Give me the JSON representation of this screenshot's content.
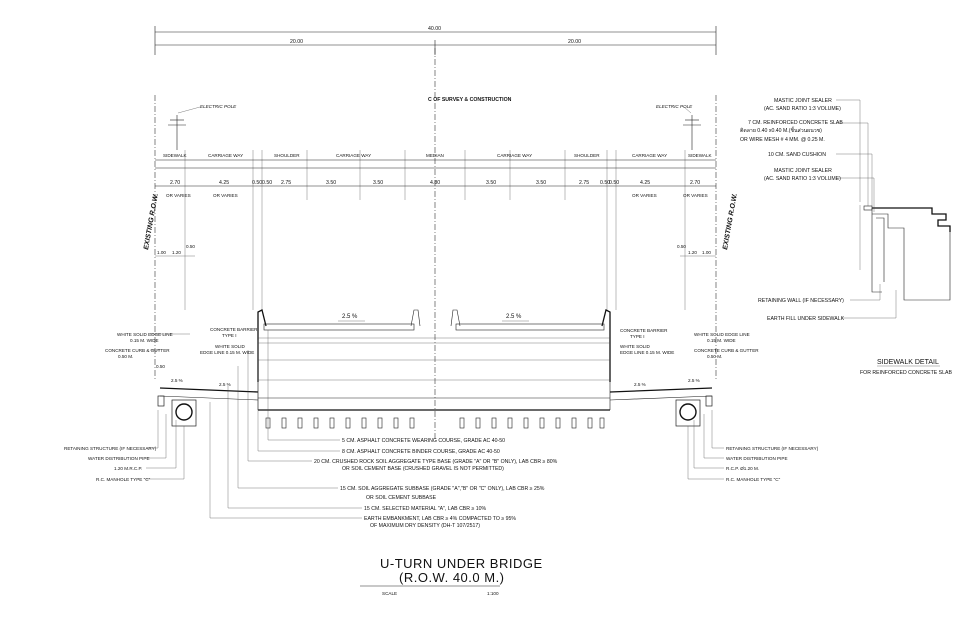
{
  "overall_width": "40.00",
  "half_left": "20.00",
  "half_right": "20.00",
  "centerline": "C OF SURVEY & CONSTRUCTION",
  "electric_pole": "ELECTRIC POLE",
  "existing_row": "EXISTING  R.O.W.",
  "lanes": [
    {
      "name": "SIDEWALK",
      "dim": "2.70"
    },
    {
      "name": "CARRIAGE WAY",
      "dim": "4.25"
    },
    {
      "name": "SHOULDER",
      "dim": "2.75"
    },
    {
      "name": "CARRIAGE WAY",
      "dim": "3.50"
    },
    {
      "name": "MEDIAN",
      "dim": "4.80"
    },
    {
      "name": "CARRIAGE WAY",
      "dim": "3.50"
    },
    {
      "name": "SHOULDER",
      "dim": "2.75"
    },
    {
      "name": "CARRIAGE WAY",
      "dim": "4.25"
    },
    {
      "name": "SIDEWALK",
      "dim": "2.70"
    }
  ],
  "lane_dim_extra": {
    "inner": "3.50",
    "gap": "0.50",
    "gap2": "0.50",
    "or_varies": "OR VARIES"
  },
  "small_dims": {
    "d1": "1.00",
    "d2": "1.20",
    "d3": "0.50",
    "d4": "0.50"
  },
  "slope": "2.5 %",
  "slope_small": "2.5 %",
  "left_labels": {
    "barrier_edge": "WHITE SOLID EDGE LINE",
    "barrier_edge2": "0.15 M. WIDE",
    "curb": "CONCRETE CURB & GUTTER",
    "curb2": "0.50 M.",
    "retaining": "RETAINING STRUCTURE (IF NECESSARY)",
    "water_pipe": "WATER DISTRIBUTION PIPE",
    "rcp": "1.20 M.R.C.P.",
    "manhole": "R.C. MANHOLE TYPE \"C\"",
    "conc_barrier": "CONCRETE BARRIER",
    "conc_barrier2": "TYPE I",
    "white_solid": "WHITE SOLID",
    "white_solid2": "EDGE LINE 0.15 M. WIDE"
  },
  "right_labels": {
    "conc_barrier": "CONCRETE BARRIER",
    "conc_barrier2": "TYPE I",
    "white_solid": "WHITE SOLID",
    "white_solid2": "EDGE LINE 0.15 M. WIDE",
    "edge": "WHITE SOLID EDGE LINE",
    "edge2": "0.15 M. WIDE",
    "curb": "CONCRETE CURB & GUTTER",
    "curb2": "0.50 M.",
    "retaining": "RETAINING STRUCTURE (IF NECESSARY)",
    "water_pipe": "WATER DISTRIBUTION PIPE",
    "rcp": "R.C.P. Ø1.20 M.",
    "manhole": "R.C. MANHOLE TYPE \"C\""
  },
  "layers": [
    "5 CM. ASPHALT CONCRETE WEARING COURSE, GRADE AC 40-50",
    "8 CM. ASPHALT CONCRETE BINDER COURSE, GRADE AC 40-50",
    "20 CM. CRUSHED ROCK SOIL AGGREGATE TYPE BASE (GRADE \"A\" OR \"B\" ONLY), LAB CBR ≥ 80%",
    "OR SOIL CEMENT BASE (CRUSHED GRAVEL IS NOT PERMITTED)",
    "15 CM. SOIL AGGREGATE SUBBASE (GRADE \"A\",\"B\" OR \"C\" ONLY), LAB CBR ≥ 25%",
    "OR SOIL CEMENT SUBBASE",
    "15 CM. SELECTED MATERIAL \"A\", LAB CBR ≥ 10%",
    "EARTH EMBANKMENT, LAB CBR ≥ 4% COMPACTED TO ≥ 95%",
    "OF MAXIMUM DRY DENSITY (DH-T 107/2517)"
  ],
  "detail": {
    "l1": "MASTIC JOINT SEALER",
    "l1b": "(AC. SAND RATIO 1:3 VOLUME)",
    "l2": "7 CM. REINFORCED CONCRETE SLAB",
    "l2b": "ติดลาย 0.40 x0.40 M.(ชิ้นส่วนผนวช)",
    "l2c": "OR WIRE MESH # 4 MM. @ 0.25 M.",
    "l3": "10 CM. SAND CUSHION",
    "l4": "MASTIC JOINT SEALER",
    "l4b": "(AC. SAND RATIO 1:3 VOLUME)",
    "l5": "RETAINING WALL (IF NECESSARY)",
    "l6": "EARTH FILL UNDER SIDEWALK",
    "title": "SIDEWALK DETAIL",
    "subtitle": "FOR REINFORCED CONCRETE SLAB"
  },
  "title": "U-TURN UNDER BRIDGE",
  "subtitle": "(R.O.W. 40.0 M.)",
  "scale_label": "SCALE",
  "scale_value": "1:100"
}
